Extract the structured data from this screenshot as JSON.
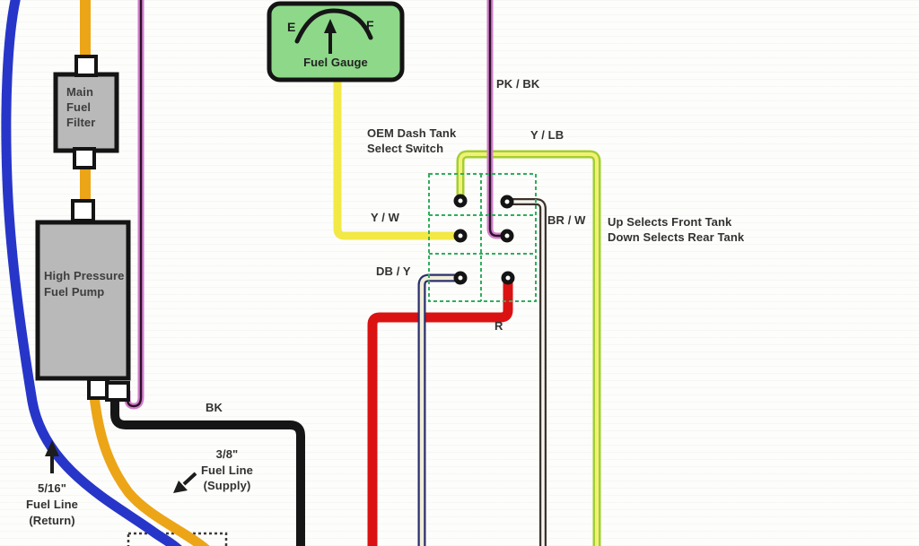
{
  "gauge": {
    "label": "Fuel Gauge",
    "empty_mark": "E",
    "full_mark": "F"
  },
  "components": {
    "main_fuel_filter": "Main\nFuel\nFilter",
    "fuel_pump": "High Pressure\nFuel Pump",
    "select_switch_title": "OEM Dash Tank\nSelect Switch",
    "select_switch_note": "Up Selects Front Tank\nDown Selects Rear Tank"
  },
  "wire_labels": {
    "pk_bk": "PK / BK",
    "y_lb": "Y / LB",
    "y_w": "Y / W",
    "br_w": "BR / W",
    "db_y": "DB / Y",
    "red": "R",
    "black": "BK"
  },
  "fuel_line_labels": {
    "supply": "3/8\"\nFuel Line\n(Supply)",
    "return": "5/16\"\nFuel Line\n(Return)"
  },
  "colors": {
    "blue_line": "#2736c9",
    "orange_line": "#eca517",
    "yellow_wire": "#f2e945",
    "ylb_outer": "#a2cf30",
    "ylb_core": "#f3f07a",
    "pink_outer": "#cf7fca",
    "pink_core": "#2e1029",
    "brw_outer": "#3c322b",
    "brw_core": "#f7f5f0",
    "dby_outer": "#2b306e",
    "dby_core": "#f0edd9",
    "red_wire": "#db1212",
    "black_wire": "#161616",
    "box_gray": "#b9b9b9",
    "gauge_green": "#8ed88a",
    "switch_dash": "#2fae5e",
    "outline": "#141414",
    "tank_dash": "#3c3c3c"
  }
}
